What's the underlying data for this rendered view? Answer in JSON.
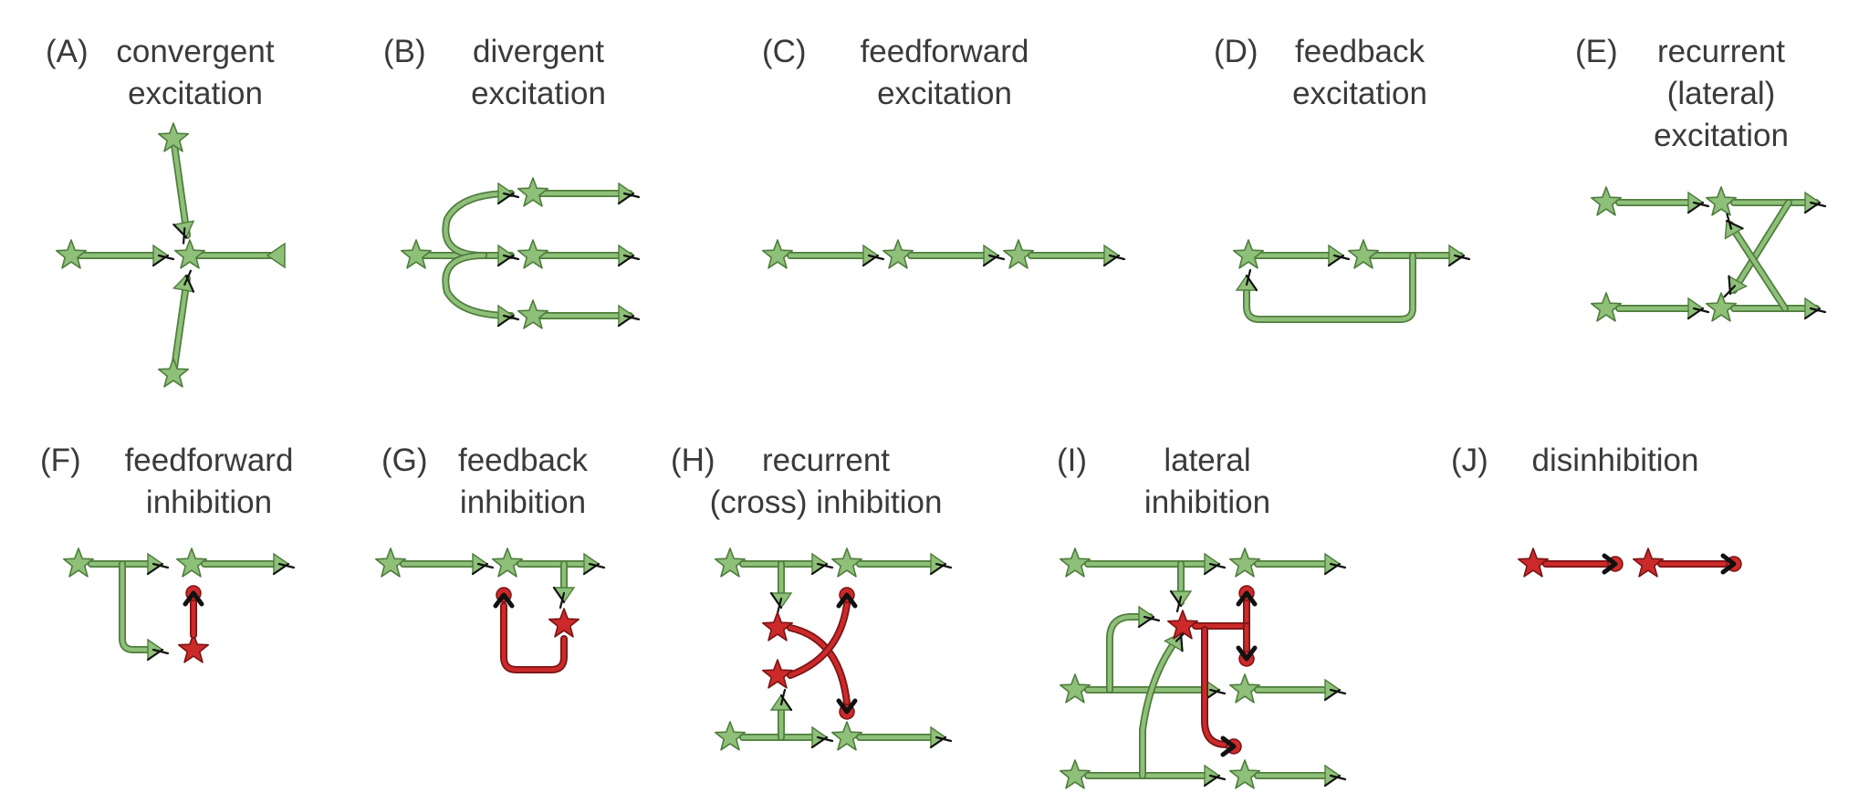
{
  "palette": {
    "excitatory_fill": "#8fc07a",
    "excitatory_stroke": "#4f7d3c",
    "inhibitory_fill": "#cc2a2a",
    "inhibitory_stroke": "#7a1414",
    "synapse_mark": "#111111",
    "text": "#3a3a3a"
  },
  "panels": [
    {
      "id": "A",
      "label": "(A)",
      "title_lines": [
        "convergent",
        "excitation"
      ]
    },
    {
      "id": "B",
      "label": "(B)",
      "title_lines": [
        "divergent",
        "excitation"
      ]
    },
    {
      "id": "C",
      "label": "(C)",
      "title_lines": [
        "feedforward",
        "excitation"
      ]
    },
    {
      "id": "D",
      "label": "(D)",
      "title_lines": [
        "feedback",
        "excitation"
      ]
    },
    {
      "id": "E",
      "label": "(E)",
      "title_lines": [
        "recurrent",
        "(lateral)",
        "excitation"
      ]
    },
    {
      "id": "F",
      "label": "(F)",
      "title_lines": [
        "feedforward",
        "inhibition"
      ]
    },
    {
      "id": "G",
      "label": "(G)",
      "title_lines": [
        "feedback",
        "inhibition"
      ]
    },
    {
      "id": "H",
      "label": "(H)",
      "title_lines": [
        "recurrent",
        "(cross) inhibition"
      ]
    },
    {
      "id": "I",
      "label": "(I)",
      "title_lines": [
        "lateral",
        "inhibition"
      ]
    },
    {
      "id": "J",
      "label": "(J)",
      "title_lines": [
        "disinhibition"
      ]
    }
  ]
}
